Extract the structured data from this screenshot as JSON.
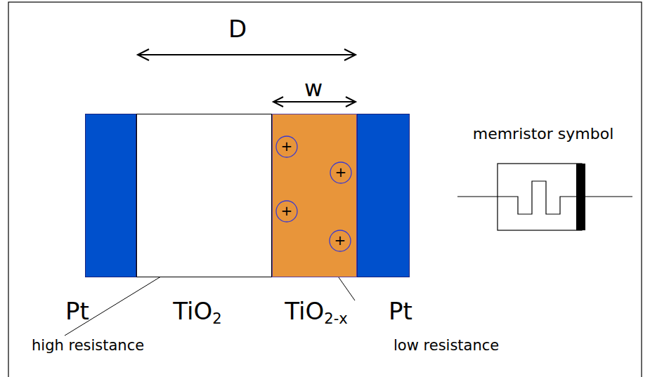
{
  "diagram": {
    "nodes": [
      {
        "text": [
          "Pt"
        ]
      },
      {
        "text": [
          "TiO2"
        ]
      },
      {
        "text": [
          "TiO2-x"
        ]
      },
      {
        "text": [
          "Pt"
        ]
      },
      {
        "text": [
          "+"
        ],
        "in": 2
      },
      {
        "text": [
          "+"
        ],
        "in": 2
      },
      {
        "text": [
          "+"
        ],
        "in": 2
      },
      {
        "text": [
          "+"
        ],
        "in": 2
      }
    ],
    "labels": [
      "D",
      "w",
      "high resistance",
      "low resistance",
      "memristor symbol"
    ]
  }
}
